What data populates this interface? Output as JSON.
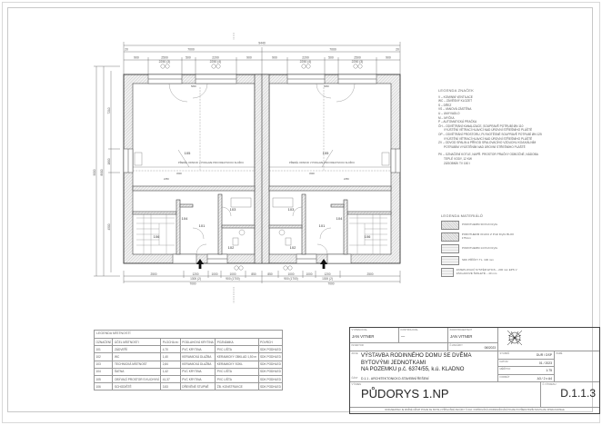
{
  "drawing": {
    "overall_dim": "9440",
    "unit_dims": [
      "7000",
      "7000"
    ],
    "end_dims": [
      "20",
      "20"
    ],
    "top_chain_left": [
      "900",
      "2500",
      "500",
      "2200",
      "900"
    ],
    "top_chain_right": [
      "900",
      "2200",
      "500",
      "2500",
      "900"
    ],
    "top_window_tags_left": [
      "2250 (3)",
      "2250 (4)"
    ],
    "top_window_tags_right": [
      "2250 (4)",
      "2250 (3)"
    ],
    "bottom_chain_left": [
      "2500",
      "1200",
      "1000",
      "1000",
      "850"
    ],
    "bottom_chain_right": [
      "850",
      "1000",
      "1000",
      "1200",
      "2500"
    ],
    "bottom_sub_labels": [
      "1300 (2)",
      "900 (1700)",
      "900 (1700)",
      "1300 (2)"
    ],
    "bottom_totals": [
      "7000",
      "7000"
    ],
    "left_vertical_dims": [
      "9000",
      "8900",
      "7210",
      "1800",
      "4500"
    ],
    "rooms_left": {
      "living": "105",
      "hall": "101",
      "wc": "102",
      "tech": "103",
      "storage": "104",
      "stair": "106"
    },
    "rooms_right": {
      "living": "105",
      "hall": "101",
      "wc": "102",
      "tech": "103",
      "storage": "104",
      "stair": "106"
    },
    "notes": {
      "ceiling_note": "PŘEDĚL ODSKOK V PODLAZE PRO KREVOVKOU SLOŽKU",
      "dim_4500": "4500",
      "dim_2250": "2250",
      "dim_900": "900",
      "dim_300": "300",
      "dim_1200": "1200",
      "dim_400": "400",
      "dim_5800": "5800"
    },
    "entrance_marks": [
      "entry-arrow-left",
      "entry-arrow-right"
    ],
    "north_arrow": "north-arrow"
  },
  "legend_symbols": {
    "title": "LEGENDA ZNAČEK",
    "items": [
      "V – KOMINNÍ VENTILACE",
      "WC – ZÁVĚSNÝ KLOZET",
      "S – DŘEZ",
      "VS – VANOVÁ ZÁSTĚNA",
      "U – UMYVADLO",
      "M – MYČKA",
      "P – AUTOMATICKÁ PRAČKA",
      "ČH – ODVĚTRÁNÍ KANALIZACE, SOUPRAVĚ POTRUBÍ ØN 110",
      "VYÚSTĚNÍ VĚTRACÍ HLAVICÍ NAD ÚROVNÍ STŘEŠNÍHO PLÁŠTĚ",
      "OP – ODVĚTRÁNÍ PROSTORU, PLYNOTĚSNÉ SOUPRAVĚ POTRUBÍ ØN 125",
      "VYÚSTĚNÍ VĚTRACÍ HLAVICÍ NAD ÚROVNÍ STŘEŠNÍHO PLÁŠTĚ",
      "ZV – ODVOD SPALIN A PŘÍVOD SPALOVACÍHO VZDUCHU KOAXIÁLNÍM",
      "POTRUBÍM VYÚSTĚNÍM NAD ÚROVNÍ STŘEŠNÍHO PLÁŠTĚ",
      "",
      "PK – OZNAČENÍ KOTLE, NAPŘ. PROSTOR PRAČKY ODBOČNÉ, NÁDOBA",
      "TEPLÉ VODY, 12 KW",
      "ZÁSOBNÍK TV 150 l"
    ]
  },
  "legend_materials": {
    "title": "LEGENDA MATERIÁLŮ",
    "items": [
      {
        "label": "POROTHERM 30 Profi Dryfix",
        "pattern": "hatch"
      },
      {
        "label": "POROTHERM 30 AKU Z Profi Dryfix BLOK 175mm",
        "pattern": "hatch"
      },
      {
        "label": "POROTHERM 14 Profi Dryfix",
        "pattern": "plain"
      },
      {
        "label": "SDK PŘÍČKY TL. 100 mm",
        "pattern": "plain"
      },
      {
        "label": "ZATEPLOVACÍ SYSTÉM ETICS – 200 mm EPS V ZÁKLADOVÉ ŠPALETĚ – 40 mm",
        "pattern": "plain"
      }
    ]
  },
  "rooms_table": {
    "title": "LEGENDA MÍSTNOSTÍ",
    "columns": [
      "OZNAČENÍ",
      "ÚČEL MÍSTNOSTI",
      "PLOCHA m²",
      "PODLAHOVÁ KRYTINA",
      "POZNÁMKA",
      "POVRCH"
    ],
    "rows": [
      [
        "101",
        "ZÁDVEŘÍ",
        "4,70",
        "PVC KRYTINA",
        "PVC LIŠTA",
        "SDK PODHLED"
      ],
      [
        "102",
        "WC",
        "1,40",
        "KERAMICKÁ DLAŽBA",
        "KERAMICKÝ OBKLAD 1,50 m",
        "SDK PODHLED"
      ],
      [
        "103",
        "TECHNICKÁ MÍSTNOST",
        "2,84",
        "KERAMICKÁ DLAŽBA",
        "KERAMICKÝ SOKL",
        "SDK PODHLED"
      ],
      [
        "104",
        "ŠATNA",
        "1,42",
        "PVC KRYTINA",
        "PVC LIŠTA",
        "SDK PODHLED"
      ],
      [
        "105",
        "OBÝVACÍ PROSTOR S KUCHYNÍ",
        "41,37",
        "PVC KRYTINA",
        "PVC LIŠTA",
        "SDK PODHLED"
      ],
      [
        "106",
        "SCHODIŠTĚ",
        "3,53",
        "DŘEVĚNÉ STUPNĚ",
        "ŽB. KONSTRUKCE",
        "SDK PODHLED"
      ]
    ]
  },
  "title_block": {
    "vypracoval_label": "VYPRACOVAL",
    "vypracoval": "JAN VITNER",
    "kontroloval_label": "KONTROLOVAL",
    "kontroloval": "—",
    "hip_label": "ZODP.PROJEKTANT",
    "hip": "JAN VITNER",
    "investor_label": "INVESTOR",
    "investor": "",
    "zakazka_label": "Č.ZAKÁZKY",
    "zakazka": "0602023",
    "akce_label": "AKCE",
    "akce_lines": [
      "VÝSTAVBA RODINNÉHO DOMU SE DVĚMA",
      "BYTOVÝMI JEDNOTKAMI",
      "NA POZEMKU p.č. 6374/55, k.ú. KLADNO"
    ],
    "cast_label": "ČÁST",
    "cast": "D.1.1 - ARCHITEKTONICKO-STAVEBNÍ ŘEŠENÍ",
    "stupen_label": "STUPEŇ",
    "stupen": "DUR / DSP",
    "datum_label": "DATUM",
    "datum": "01 / 2023",
    "meritko_label": "MĚŘÍTKO",
    "meritko": "1:75",
    "format_label": "FORMÁT",
    "format": "A3 / 2 x A4",
    "pare_label": "PARÉ",
    "vykres_label": "VÝKRES",
    "drawing_name": "PŮDORYS 1.NP",
    "cislo_label": "Č.VÝKRESU",
    "drawing_no": "D.1.1.3",
    "footer": "DOKUMENTACI JE MOŽNÉ UŽÍVAT POUZE KE SMYSLU PŘÍSLUŠNÉ ZAKÁZKY Č.OLD. KOPÍROVÁNÍ A ROZMNOŽOVÁNÍ POUZE PO PŘEDCHOZÍM SOUHLASU ZPRACOVATELE"
  }
}
